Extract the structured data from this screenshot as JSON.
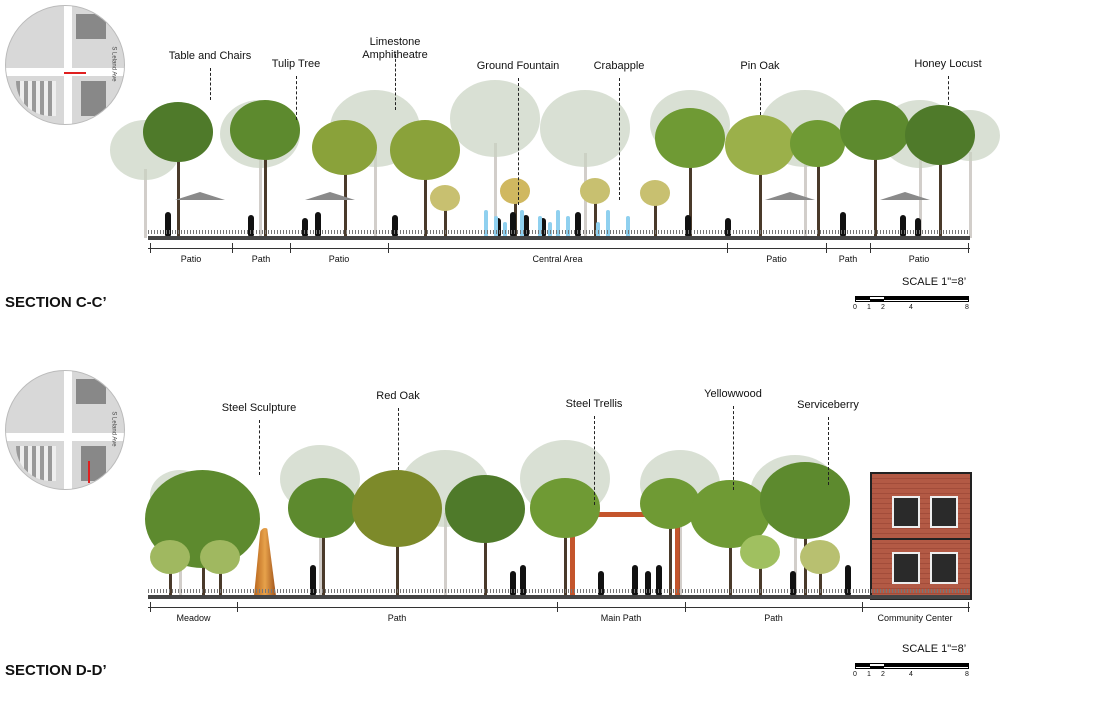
{
  "section_c": {
    "title": "SECTION C-C’",
    "keymap_street": "S Leland Ave",
    "callouts": [
      "Table and Chairs",
      "Tulip Tree",
      "Limestone Amphitheatre",
      "Ground Fountain",
      "Crabapple",
      "Pin Oak",
      "Honey Locust"
    ],
    "zones": [
      "Patio",
      "Path",
      "Patio",
      "Central Area",
      "Patio",
      "Path",
      "Patio"
    ],
    "scale": {
      "label": "SCALE 1\"=8’",
      "ticks": [
        "0",
        "1",
        "2",
        "4",
        "8"
      ]
    }
  },
  "section_d": {
    "title": "SECTION D-D’",
    "keymap_street": "S Leland Ave",
    "callouts": [
      "Steel Sculpture",
      "Red Oak",
      "Steel Trellis",
      "Yellowwood",
      "Serviceberry"
    ],
    "zones": [
      "Meadow",
      "Path",
      "Main Path",
      "Path",
      "Community Center"
    ],
    "scale": {
      "label": "SCALE 1\"=8’",
      "ticks": [
        "0",
        "1",
        "2",
        "4",
        "8"
      ]
    }
  }
}
